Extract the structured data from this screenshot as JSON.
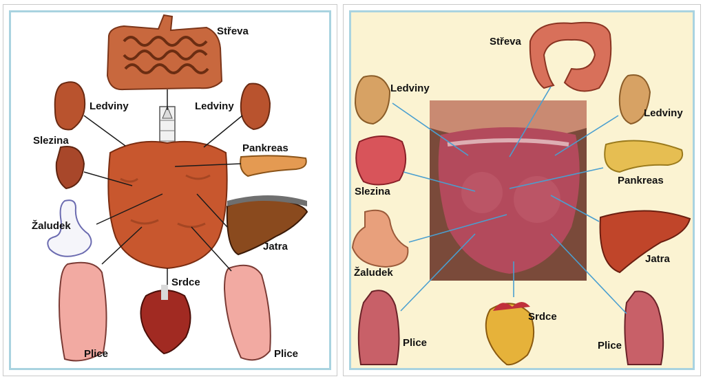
{
  "left": {
    "labels": {
      "streva": "Střeva",
      "ledviny_left": "Ledviny",
      "ledviny_right": "Ledviny",
      "slezina": "Slezina",
      "pankreas": "Pankreas",
      "zaludek": "Žaludek",
      "jatra": "Jatra",
      "srdce": "Srdce",
      "plice_left": "Plice",
      "plice_right": "Plice"
    }
  },
  "right": {
    "labels": {
      "streva": "Střeva",
      "ledviny_left": "Ledviny",
      "ledviny_right": "Ledviny",
      "slezina": "Slezina",
      "pankreas": "Pankreas",
      "zaludek": "Žaludek",
      "jatra": "Jatra",
      "srdce": "Srdce",
      "plice_left": "Plice",
      "plice_right": "Plice"
    }
  },
  "colors": {
    "frame_border": "#a9d3e0",
    "right_background": "#fbf3d2",
    "connector_left": "#1a1a1a",
    "connector_right": "#4a9fd0",
    "tongue_left": "#c8572e",
    "tongue_photo": "#b34a5c"
  }
}
